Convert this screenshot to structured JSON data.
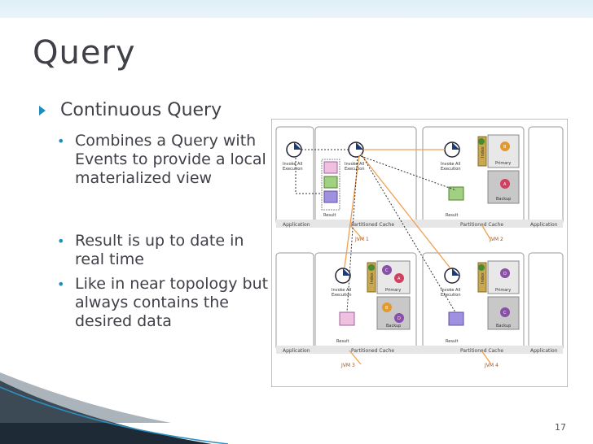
{
  "slide": {
    "title": "Query",
    "page_number": "17"
  },
  "bullets": {
    "main": "Continuous Query",
    "sub": [
      "Combines a Query with Events to provide a local materialized view",
      "Result is up to date in real time",
      "Like in near topology but always contains the desired data"
    ]
  },
  "diagram": {
    "labels": {
      "application": "Application",
      "partitioned_cache": "Partitioned Cache",
      "invoke_all": "Invoke All",
      "execution": "Execution",
      "primary": "Primary",
      "backup": "Backup",
      "result": "Result",
      "index": "Index",
      "jvm1": "JVM 1",
      "jvm2": "JVM 2",
      "jvm3": "JVM 3",
      "jvm4": "JVM 4",
      "A": "A",
      "B": "B",
      "C": "C",
      "D": "D"
    },
    "colors": {
      "accent": "#1f8fbf",
      "arrow": "#f0a050",
      "primary_box": "#e8e8e8",
      "backup_box": "#c8c8c8",
      "partition": "#8a4fa8"
    }
  }
}
